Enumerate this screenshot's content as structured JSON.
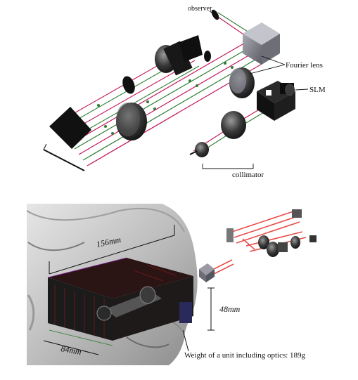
{
  "top_figure": {
    "labels": {
      "observer": "observer",
      "fourier_lens": "Fourier lens",
      "slm": "SLM",
      "collimator": "collimator"
    }
  },
  "bottom_figure": {
    "labels": {
      "width": "156mm",
      "height": "48mm",
      "depth": "84mm",
      "weight": "Weight of a unit including optics: 189g"
    }
  },
  "colors": {
    "beam_magenta": "#c2185b",
    "beam_green": "#2e7d32",
    "laser_red": "#e53935",
    "head_gray": "#bdbdbd",
    "device_dark": "#1b1b1b"
  }
}
